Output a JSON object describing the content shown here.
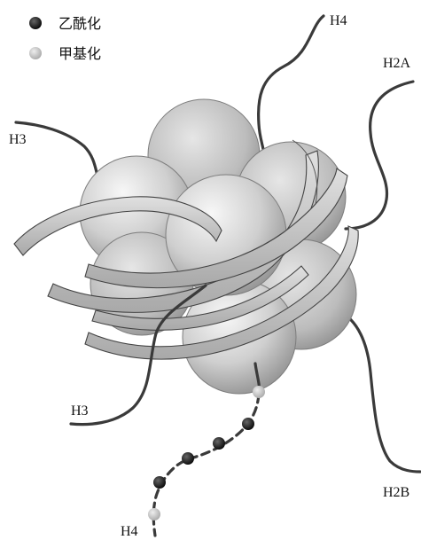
{
  "legend": {
    "acetylation": {
      "label": "乙酰化",
      "color": "#111111"
    },
    "methylation": {
      "label": "甲基化",
      "color": "#bdbdbd"
    }
  },
  "labels": {
    "h4_top": "H4",
    "h2a": "H2A",
    "h3_left": "H3",
    "h3_bottom": "H3",
    "h2b": "H2B",
    "h4_bottom": "H4"
  },
  "colors": {
    "background": "#ffffff",
    "tail": "#3a3a3a",
    "sphere_light": "#f4f4f4",
    "sphere_dark": "#9a9a9a",
    "ribbon": "#c8c8c8",
    "acetyl_mark": "#111111",
    "methyl_mark": "#bdbdbd"
  }
}
